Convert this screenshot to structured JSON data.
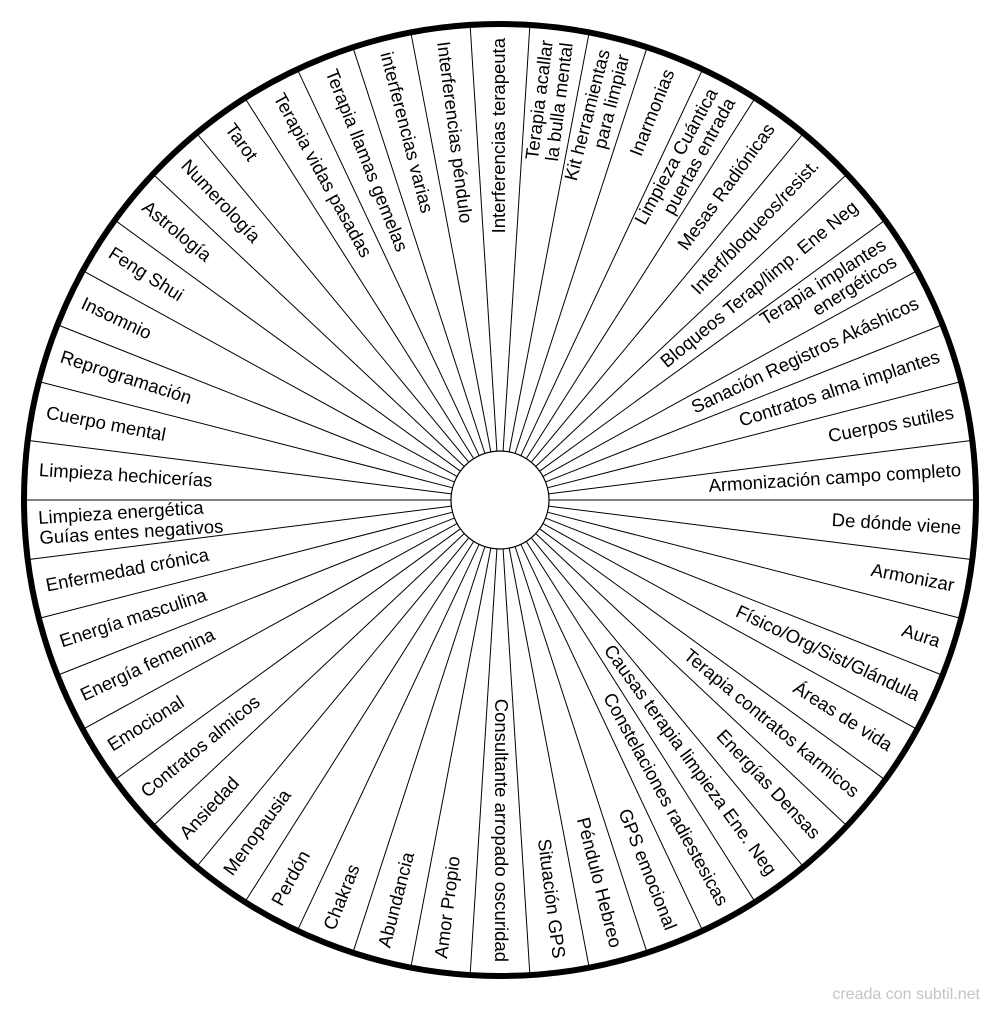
{
  "wheel": {
    "colors": {
      "outer_ring": "#000000",
      "spokes": "#000000",
      "background": "#ffffff",
      "credit_text": "#c4c4c4"
    },
    "sectors": [
      {
        "label": [
          "De dónde viene"
        ]
      },
      {
        "label": [
          "Armonizar"
        ]
      },
      {
        "label": [
          "Aura"
        ]
      },
      {
        "label": [
          "Físico/Org/Sist/Glándula"
        ]
      },
      {
        "label": [
          "Áreas de vida"
        ]
      },
      {
        "label": [
          "Terapia contratos karmicos"
        ]
      },
      {
        "label": [
          "Energías Densas"
        ]
      },
      {
        "label": [
          "Causas terapia limpieza Ene. Neg"
        ]
      },
      {
        "label": [
          "Constelaciones radiestesicas"
        ]
      },
      {
        "label": [
          "GPS emocional"
        ]
      },
      {
        "label": [
          "Péndulo Hebreo"
        ]
      },
      {
        "label": [
          "Situación GPS"
        ]
      },
      {
        "label": [
          "Consultante arropado oscuridad"
        ]
      },
      {
        "label": [
          "Amor Propio"
        ]
      },
      {
        "label": [
          "Abundancia"
        ]
      },
      {
        "label": [
          "Chakras"
        ]
      },
      {
        "label": [
          "Perdón"
        ]
      },
      {
        "label": [
          "Menopausia"
        ]
      },
      {
        "label": [
          "Ansiedad"
        ]
      },
      {
        "label": [
          "Contratos almicos"
        ]
      },
      {
        "label": [
          "Emocional"
        ]
      },
      {
        "label": [
          "Energía femenina"
        ]
      },
      {
        "label": [
          "Energía masculina"
        ]
      },
      {
        "label": [
          "Enfermedad crónica"
        ]
      },
      {
        "label": [
          "Limpieza energética",
          "Guías entes negativos"
        ]
      },
      {
        "label": [
          "Limpieza hechicerías"
        ]
      },
      {
        "label": [
          "Cuerpo mental"
        ]
      },
      {
        "label": [
          "Reprogramación"
        ]
      },
      {
        "label": [
          "Insomnio"
        ]
      },
      {
        "label": [
          "Feng Shui"
        ]
      },
      {
        "label": [
          "Astrología"
        ]
      },
      {
        "label": [
          "Numerología"
        ]
      },
      {
        "label": [
          "Tarot"
        ]
      },
      {
        "label": [
          "Terapia vidas pasadas"
        ]
      },
      {
        "label": [
          "Terapia llamas gemelas"
        ]
      },
      {
        "label": [
          "interferencias varias"
        ]
      },
      {
        "label": [
          "Interferencias péndulo"
        ]
      },
      {
        "label": [
          "Interferencias terapeuta"
        ]
      },
      {
        "label": [
          "Terapia acallar",
          "la bulla mental"
        ]
      },
      {
        "label": [
          "Kit herramientas",
          "para limpiar"
        ]
      },
      {
        "label": [
          "Inarmonias"
        ]
      },
      {
        "label": [
          "Limpieza Cuántica",
          "puertas entrada"
        ]
      },
      {
        "label": [
          "Mesas Radiónicas"
        ]
      },
      {
        "label": [
          "Interf/bloqueos/resist."
        ]
      },
      {
        "label": [
          "Bloqueos Terap/limp. Ene Neg"
        ]
      },
      {
        "label": [
          "Terapia implantes",
          "energéticos"
        ]
      },
      {
        "label": [
          "Sanación Registros Akáshicos"
        ]
      },
      {
        "label": [
          "Contratos alma implantes"
        ]
      },
      {
        "label": [
          "Cuerpos sutiles"
        ]
      },
      {
        "label": [
          "Armonización campo completo"
        ]
      }
    ]
  },
  "footer": {
    "credit": "creada con subtil.net"
  }
}
